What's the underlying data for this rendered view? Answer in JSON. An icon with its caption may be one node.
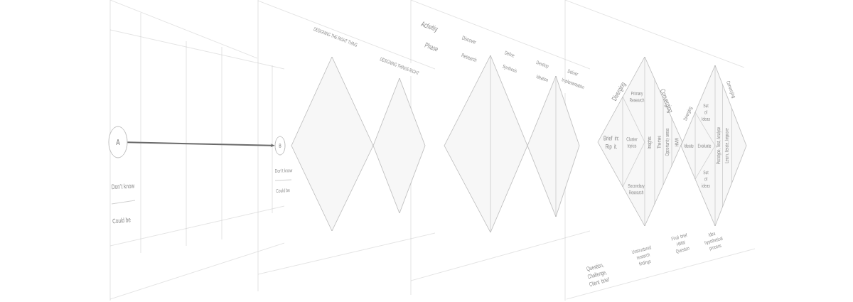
{
  "diagram": {
    "nodes": [
      {
        "text": [
          "A"
        ]
      },
      {
        "text": [
          "B"
        ]
      },
      {
        "text": [
          "DESIGNING THE RIGHT THING"
        ]
      },
      {
        "text": [
          "DESIGNING THINGS RIGHT"
        ]
      },
      {
        "text": [],
        "shape": "diamond"
      },
      {
        "text": [],
        "shape": "diamond"
      },
      {
        "text": [
          "Brief in: Rip it.",
          "Primary Research",
          "Cluster topics",
          "Secondary Research",
          "Insights",
          "Themes",
          "Opportunity areas",
          "HMW"
        ]
      },
      {
        "text": [
          "Ideate",
          "Set of Ideas",
          "Evaluate",
          "Set of ideas",
          "Prototype, Test, Analyse",
          "Learn, Iterate, Improve"
        ]
      }
    ],
    "edges": [
      {
        "from": 0,
        "to": 1,
        "arrow": "to"
      }
    ],
    "labels": [
      "Don't know",
      "Could be",
      "Don't know",
      "Could be",
      "Activitiy",
      "Phase",
      "Discover",
      "Research",
      "Define",
      "Synthesis",
      "Develop",
      "Ideation",
      "Deliver",
      "Implementation",
      "Diverging",
      "Converging",
      "Diverging",
      "Converging",
      "Question, Challenge, Client brief",
      "Unstructured research findings",
      "Final brief HMW Question",
      "Idea hypothetical process"
    ]
  }
}
